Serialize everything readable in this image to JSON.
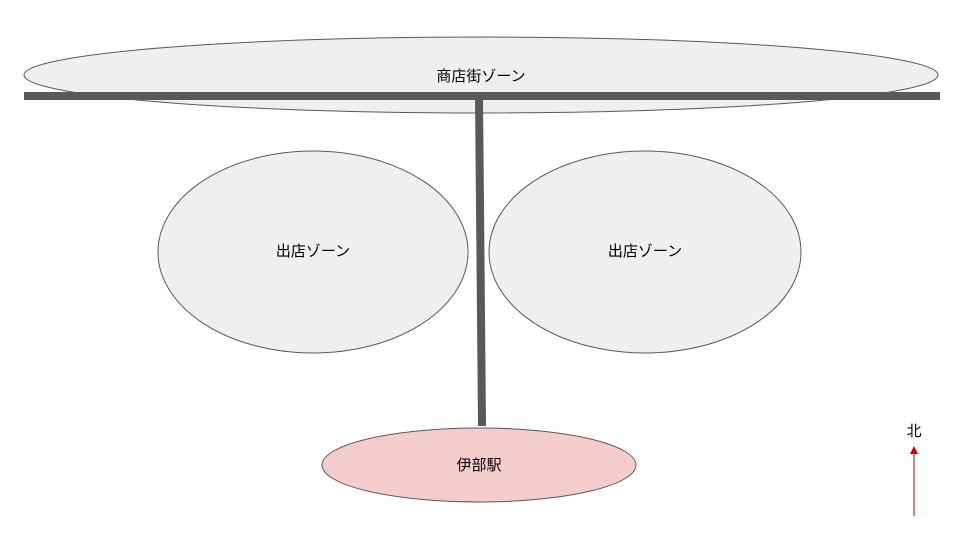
{
  "zones": {
    "shopping_street": {
      "label": "商店街ゾーン"
    },
    "store_west": {
      "label": "出店ゾーン"
    },
    "store_east": {
      "label": "出店ゾーン"
    },
    "station": {
      "label": "伊部駅"
    }
  },
  "compass": {
    "label": "北"
  },
  "colors": {
    "zone_fill": "#efefef",
    "zone_stroke": "#595959",
    "station_fill": "#f4cccc",
    "road": "#595959",
    "arrow": "#cc0000"
  }
}
